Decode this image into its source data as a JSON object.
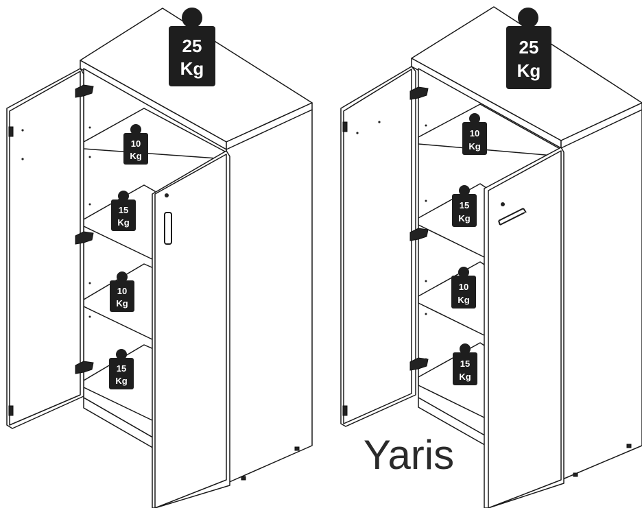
{
  "brand_name": "Yaris",
  "weight_unit": "Kg",
  "colors": {
    "ink": "#1a1a1a",
    "badge": "#1e1e1e",
    "badge_text": "#ffffff",
    "background": "#ffffff"
  },
  "cabinets": [
    {
      "id": "left",
      "top_load": "25",
      "shelf_loads": [
        "10",
        "15",
        "10",
        "15"
      ]
    },
    {
      "id": "right",
      "top_load": "25",
      "shelf_loads": [
        "10",
        "15",
        "10",
        "15"
      ]
    }
  ]
}
